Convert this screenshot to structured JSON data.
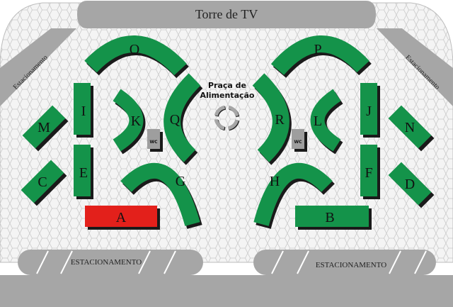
{
  "map": {
    "top_building": "Torre de TV",
    "food_court": {
      "line1": "Praça de",
      "line2": "Alimentação"
    },
    "parking_side": "Estacionamento",
    "parking_bottom": "ESTACIONAMENTO",
    "restroom": "WC",
    "sectors": {
      "A": "A",
      "B": "B",
      "C": "C",
      "D": "D",
      "E": "E",
      "F": "F",
      "G": "G",
      "H": "H",
      "I": "I",
      "J": "J",
      "K": "K",
      "L": "L",
      "M": "M",
      "N": "N",
      "O": "O",
      "P": "P",
      "Q": "Q",
      "R": "R"
    },
    "colors": {
      "sector": "#14934a",
      "highlight": "#e3201b",
      "road": "#a6a6a6",
      "pavement": "#f4f4f4",
      "shadow": "#1a1a1a"
    }
  }
}
